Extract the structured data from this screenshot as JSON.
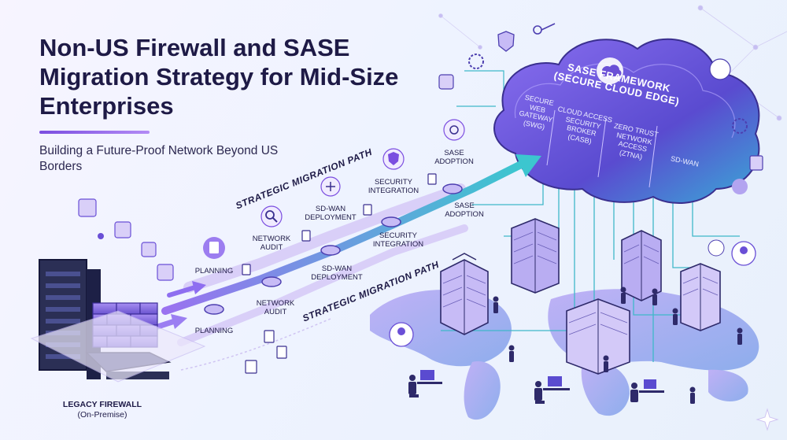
{
  "title": "Non-US Firewall and SASE Migration Strategy for Mid-Size Enterprises",
  "subtitle": "Building a Future-Proof Network Beyond US Borders",
  "path_labels": {
    "upper": "STRATEGIC MIGRATION PATH",
    "lower": "STRATEGIC MIGRATION PATH"
  },
  "upper_steps": [
    {
      "label": "PLANNING"
    },
    {
      "label": "NETWORK\nAUDIT"
    },
    {
      "label": "SD-WAN\nDEPLOYMENT"
    },
    {
      "label": "SECURITY\nINTEGRATION"
    },
    {
      "label": "SASE\nADOPTION"
    }
  ],
  "lower_steps": [
    {
      "label": "PLANNING"
    },
    {
      "label": "NETWORK\nAUDIT"
    },
    {
      "label": "SD-WAN\nDEPLOYMENT"
    },
    {
      "label": "SECURITY\nINTEGRATION"
    },
    {
      "label": "SASE\nADOPTION"
    }
  ],
  "cloud": {
    "title": "SASE FRAMEWORK\n(SECURE CLOUD EDGE)",
    "columns": [
      {
        "label": "SECURE\nWEB\nGATEWAY\n(SWG)"
      },
      {
        "label": "CLOUD ACCESS\nSECURITY\nBROKER\n(CASB)"
      },
      {
        "label": "ZERO TRUST\nNETWORK\nACCESS\n(ZTNA)"
      },
      {
        "label": "SD-WAN"
      }
    ]
  },
  "legacy": {
    "title": "LEGACY FIREWALL",
    "note": "(On-Premise)"
  },
  "colors": {
    "accent": "#7b4ee0",
    "cloud": "#6a4fd6",
    "teal": "#3fb8c9",
    "dark": "#1e1a46",
    "map": "#9b8ff0"
  }
}
